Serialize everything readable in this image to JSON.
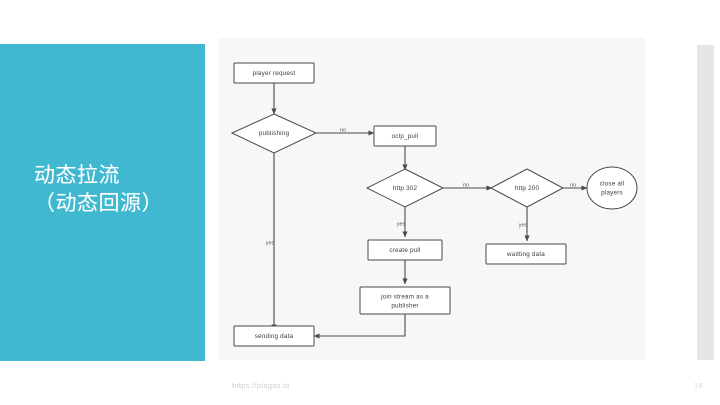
{
  "slide": {
    "background_color": "#ffffff",
    "accent_color": "#3fb8d0",
    "right_bar_color": "#e6e6e6"
  },
  "title": {
    "line1": "动态拉流",
    "line2": "（动态回源）"
  },
  "footer": {
    "url": "https://pingos.io",
    "page_number": "18"
  },
  "flowchart": {
    "nodes": {
      "player_request": "player request",
      "publishing": "publishing",
      "oclp_pull": "oclp_pull",
      "http_302": "http 302",
      "http_200": "http 200",
      "close_all_players_l1": "close all",
      "close_all_players_l2": "players",
      "create_pull": "create pull",
      "join_stream_l1": "join stream as a",
      "join_stream_l2": "publisher",
      "waitting_data": "waitting data",
      "sending_data": "sending data"
    },
    "edge_labels": {
      "publishing_no": "no",
      "publishing_yes": "yes",
      "http302_no": "no",
      "http302_yes": "yes",
      "http200_no": "no",
      "http200_yes": "yes"
    }
  },
  "chart_data": {
    "type": "diagram",
    "title": "动态拉流（动态回源）",
    "nodes": [
      {
        "id": "player_request",
        "label": "player request",
        "shape": "rect"
      },
      {
        "id": "publishing",
        "label": "publishing",
        "shape": "diamond"
      },
      {
        "id": "oclp_pull",
        "label": "oclp_pull",
        "shape": "rect"
      },
      {
        "id": "http_302",
        "label": "http 302",
        "shape": "diamond"
      },
      {
        "id": "http_200",
        "label": "http 200",
        "shape": "diamond"
      },
      {
        "id": "close_all_players",
        "label": "close all players",
        "shape": "circle"
      },
      {
        "id": "create_pull",
        "label": "create pull",
        "shape": "rect"
      },
      {
        "id": "join_stream",
        "label": "join stream as a publisher",
        "shape": "rect"
      },
      {
        "id": "waitting_data",
        "label": "waitting data",
        "shape": "rect"
      },
      {
        "id": "sending_data",
        "label": "sending data",
        "shape": "rect"
      }
    ],
    "edges": [
      {
        "from": "player_request",
        "to": "publishing",
        "label": ""
      },
      {
        "from": "publishing",
        "to": "oclp_pull",
        "label": "no"
      },
      {
        "from": "publishing",
        "to": "sending_data",
        "label": "yes"
      },
      {
        "from": "oclp_pull",
        "to": "http_302",
        "label": ""
      },
      {
        "from": "http_302",
        "to": "http_200",
        "label": "no"
      },
      {
        "from": "http_302",
        "to": "create_pull",
        "label": "yes"
      },
      {
        "from": "http_200",
        "to": "close_all_players",
        "label": "no"
      },
      {
        "from": "http_200",
        "to": "waitting_data",
        "label": "yes"
      },
      {
        "from": "create_pull",
        "to": "join_stream",
        "label": ""
      },
      {
        "from": "join_stream",
        "to": "sending_data",
        "label": ""
      }
    ]
  }
}
